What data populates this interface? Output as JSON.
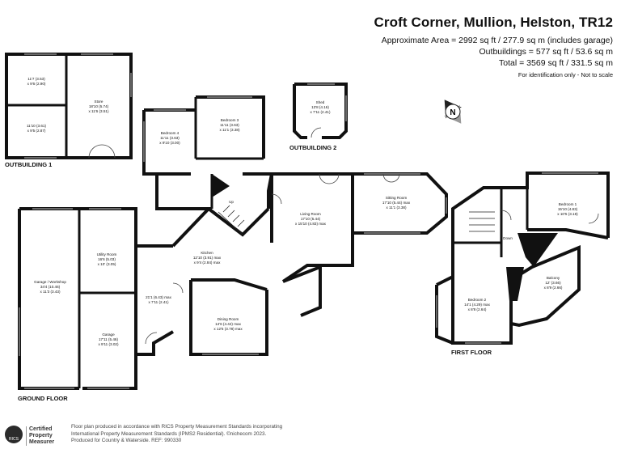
{
  "header": {
    "title": "Croft Corner, Mullion, Helston, TR12",
    "area_line": "Approximate Area = 2992 sq ft / 277.9 sq m (includes garage)",
    "outbuildings_line": "Outbuildings = 577 sq ft / 53.6 sq m",
    "total_line": "Total = 3569 sq ft / 331.5 sq m",
    "disclaimer": "For identification only - Not to scale"
  },
  "sections": {
    "outbuilding1": "OUTBUILDING 1",
    "outbuilding2": "OUTBUILDING 2",
    "ground_floor": "GROUND FLOOR",
    "first_floor": "FIRST FLOOR"
  },
  "rooms": {
    "ob_top": {
      "name": "",
      "dims": [
        "11'7 (3.53)",
        "x 9'6 (2.90)"
      ]
    },
    "ob_bottom": {
      "name": "",
      "dims": [
        "11'10 (3.61)",
        "x 9'5 (2.87)"
      ]
    },
    "store": {
      "name": "Store",
      "dims": [
        "18'10 (5.74)",
        "x 11'6 (3.51)"
      ]
    },
    "shed": {
      "name": "Shed",
      "dims": [
        "13'8 (4.16)",
        "x 7'11 (2.41)"
      ]
    },
    "bedroom4": {
      "name": "Bedroom 4",
      "dims": [
        "11'11 (3.63)",
        "x 9'10 (3.00)"
      ]
    },
    "bedroom3": {
      "name": "Bedroom 3",
      "dims": [
        "11'11 (3.63)",
        "x 11'1 (3.38)"
      ]
    },
    "living": {
      "name": "Living Room",
      "dims": [
        "17'10 (5.44)",
        "x 15'10 (4.83) max"
      ]
    },
    "sitting": {
      "name": "Sitting Room",
      "dims": [
        "17'10 (5.44) max",
        "x 11'1 (3.38)"
      ]
    },
    "utility": {
      "name": "Utility Room",
      "dims": [
        "16'6 (5.03)",
        "x 10' (3.05)"
      ]
    },
    "kitchen": {
      "name": "Kitchen",
      "dims": [
        "12'10 (3.91) max",
        "x 9'4 (2.84) max"
      ]
    },
    "garage_workshop": {
      "name": "Garage / Workshop",
      "dims": [
        "34'4 (10.46)",
        "x 11'3 (3.43)"
      ]
    },
    "hall": {
      "name": "",
      "dims": [
        "21'1 (6.43) max",
        "x 7'11 (2.41)"
      ]
    },
    "garage": {
      "name": "Garage",
      "dims": [
        "17'11 (5.46)",
        "x 9'11 (3.02)"
      ]
    },
    "dining": {
      "name": "Dining Room",
      "dims": [
        "14'6 (4.42) max",
        "x 12'5 (3.78) max"
      ]
    },
    "bedroom1": {
      "name": "Bedroom 1",
      "dims": [
        "15'10 (4.83)",
        "x 10'5 (3.18)"
      ]
    },
    "balcony": {
      "name": "Balcony",
      "dims": [
        "12' (3.66)",
        "x 8'9 (2.66)"
      ]
    },
    "bedroom2": {
      "name": "Bedroom 2",
      "dims": [
        "14'1 (4.29) max",
        "x 8'8 (2.64)"
      ]
    }
  },
  "labels": {
    "up": "Up",
    "down": "Down",
    "compass_n": "N"
  },
  "footer": {
    "badge_line1": "Certified",
    "badge_line2": "Property",
    "badge_line3": "Measurer",
    "badge_seal": "RICS",
    "note_line1": "Floor plan produced in accordance with RICS Property Measurement Standards incorporating",
    "note_line2": "International Property Measurement Standards (IPMS2 Residential). ©nichecom 2023.",
    "note_line3": "Produced for Country & Waterside. REF: 990330"
  },
  "colors": {
    "wall": "#111111",
    "text": "#111111",
    "window": "#888888"
  }
}
